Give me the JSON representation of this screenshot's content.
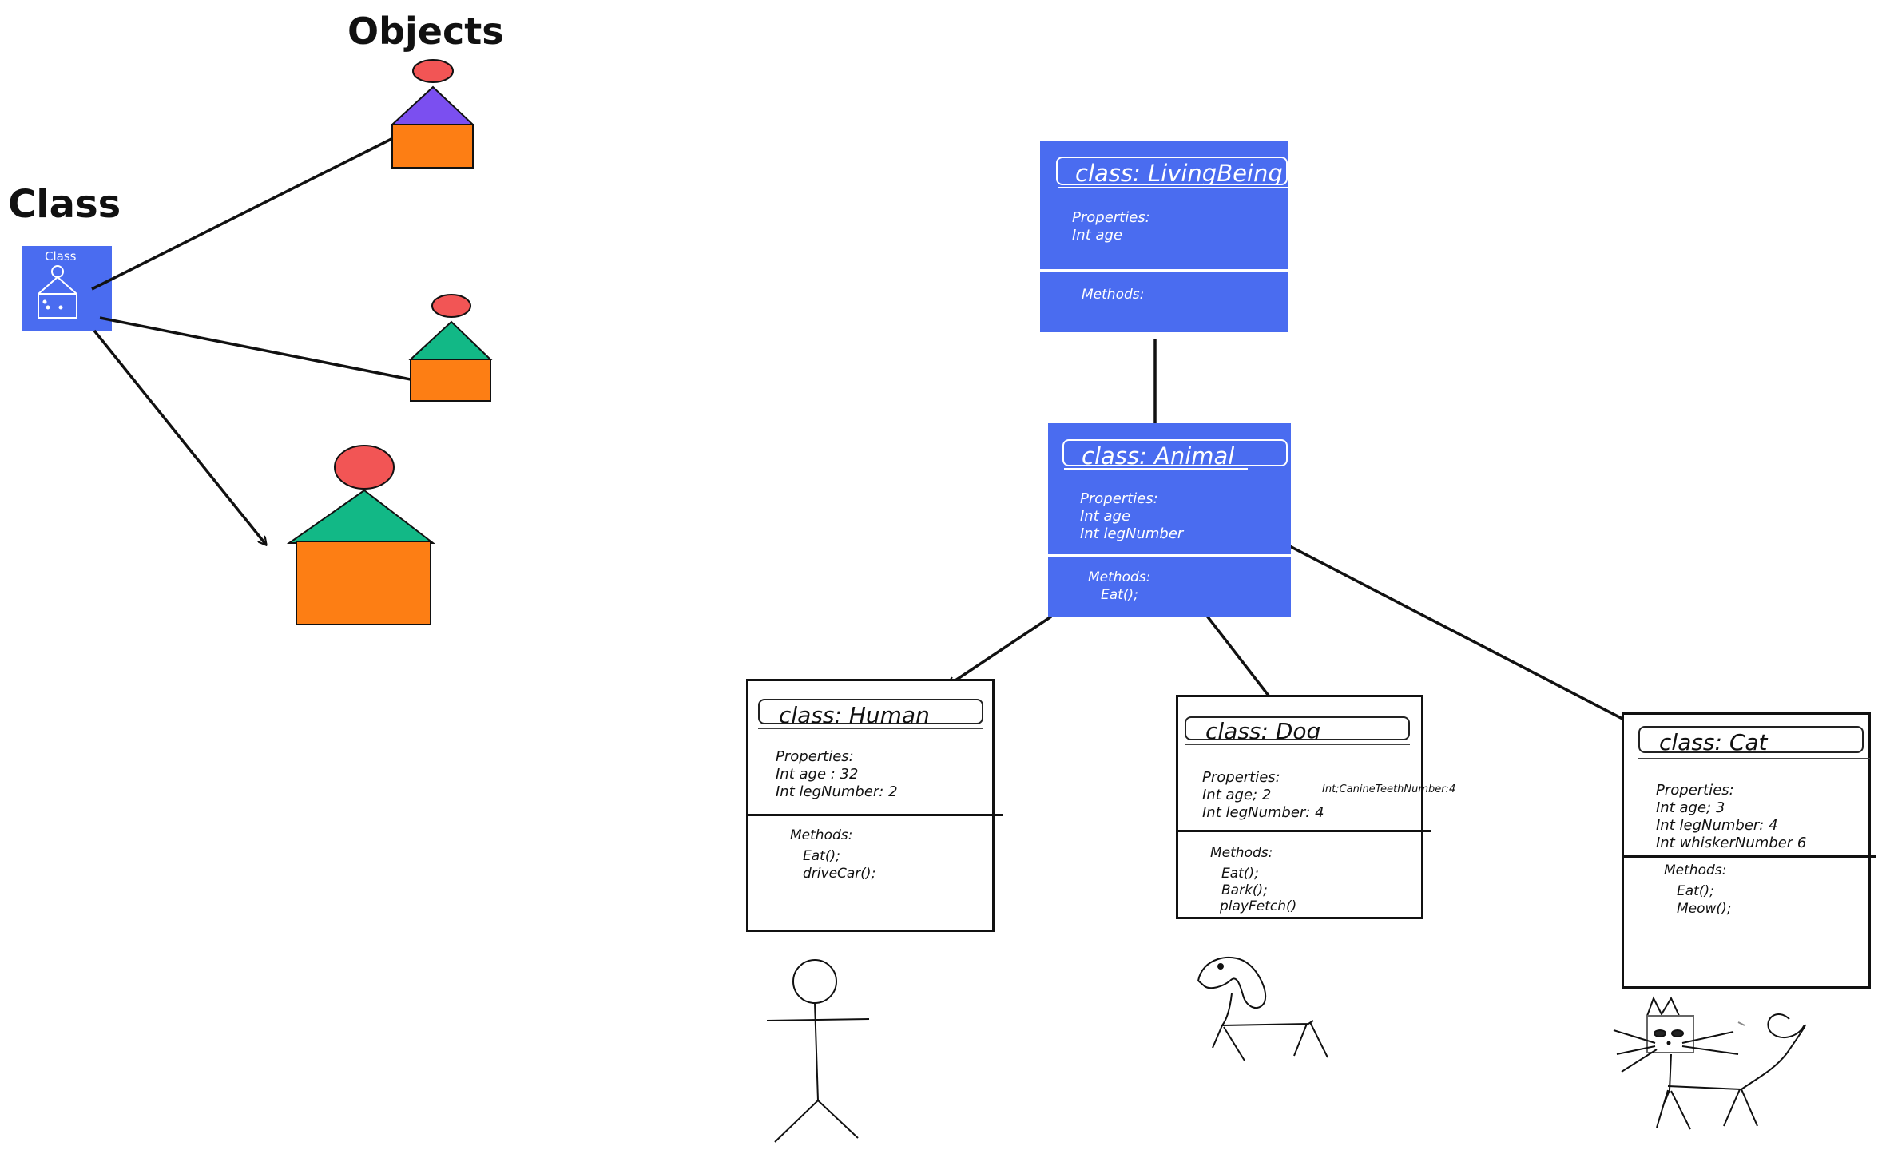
{
  "left_panel": {
    "class_heading": "Class",
    "objects_heading": "Objects",
    "class_icon_label": "Class",
    "colors": {
      "class_box": "#4a6cf0",
      "head": "#f25555",
      "roof_purple": "#7b4ff0",
      "roof_green": "#12b886",
      "body_orange": "#fd7e14"
    }
  },
  "classes": {
    "living_being": {
      "title": "class: LivingBeing",
      "properties_label": "Properties:",
      "properties": [
        "Int age"
      ],
      "methods_label": "Methods:",
      "methods": []
    },
    "animal": {
      "title": "class: Animal",
      "properties_label": "Properties:",
      "properties": [
        "Int age",
        "Int legNumber"
      ],
      "methods_label": "Methods:",
      "methods": [
        "Eat();"
      ]
    },
    "human": {
      "title": "class: Human",
      "properties_label": "Properties:",
      "properties": [
        "Int age : 32",
        "Int legNumber: 2"
      ],
      "methods_label": "Methods:",
      "methods": [
        "Eat();",
        "driveCar();"
      ]
    },
    "dog": {
      "title": "class: Dog",
      "properties_label": "Properties:",
      "properties": [
        "Int age; 2",
        "Int legNumber: 4"
      ],
      "extra_property": "Int;CanineTeethNumber:4",
      "methods_label": "Methods:",
      "methods": [
        "Eat();",
        "Bark();",
        "playFetch()"
      ]
    },
    "cat": {
      "title": "class: Cat",
      "properties_label": "Properties:",
      "properties": [
        "Int age; 3",
        "Int legNumber: 4",
        "Int whiskerNumber 6"
      ],
      "methods_label": "Methods:",
      "methods": [
        "Eat();",
        "Meow();"
      ]
    }
  },
  "drawings": [
    "stick-figure-human",
    "dog-sketch",
    "cat-sketch"
  ]
}
